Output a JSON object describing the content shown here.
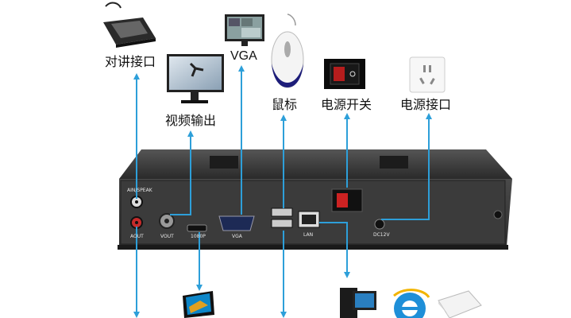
{
  "labels": {
    "intercom": "对讲接口",
    "video_out": "视频输出",
    "vga": "VGA",
    "mouse": "鼠标",
    "power_switch": "电源开关",
    "power_port": "电源接口"
  },
  "panel": {
    "audio": "AIN/SPEAK",
    "aout": "AOUT",
    "vout": "VOUT",
    "hdmi": "1080P",
    "vga": "VGA",
    "lan": "LAN",
    "dc": "DC12V"
  },
  "colors": {
    "arrow": "#2d9fd9",
    "device_body": "#2b2b2b",
    "panel": "#3a3a3a"
  },
  "icons": [
    "intercom-device-icon",
    "monitor-icon",
    "vga-monitor-icon",
    "mouse-icon",
    "power-switch-icon",
    "power-socket-icon",
    "lcd-monitor-icon",
    "pc-icon",
    "ie-icon",
    "router-icon"
  ]
}
